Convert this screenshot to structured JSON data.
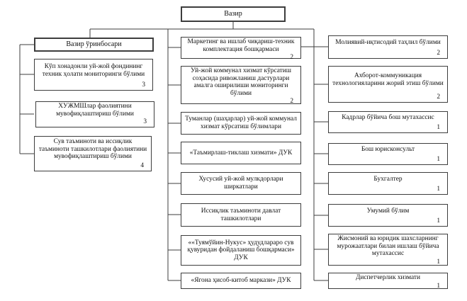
{
  "org": {
    "root": {
      "label": "Вазир"
    },
    "deputy": {
      "label": "Вазир ўринбосари"
    },
    "left": [
      {
        "label": "Кўп хонадонли уй-жой фондининг техник ҳолати мониторинги бўлими",
        "count": "3"
      },
      {
        "label": "ХУЖМШлар фаолиятини мувофиқлаштириш бўлими",
        "count": "3"
      },
      {
        "label": "Сув таъминоти ва иссиқлик таъминоти ташкилотлари фаолиятини мувофиқлаштириш бўлими",
        "count": "4"
      }
    ],
    "middle": [
      {
        "label": "Маркетинг ва ишлаб чиқариш-техник комплектация бошқармаси",
        "count": "2"
      },
      {
        "label": "Уй-жой коммунал хизмат кўрсатиш соҳасида ривожланиш дастурлари амалга оширилиши мониторинги бўлими",
        "count": "2"
      },
      {
        "label": "Туманлар (шаҳарлар) уй-жой коммунал хизмат кўрсатиш бўлимлари"
      },
      {
        "label": "«Таъмирлаш-тиклаш хизмати» ДУК"
      },
      {
        "label": "Хусусий уй-жой мулкдорлари ширкатлари"
      },
      {
        "label": "Иссиқлик таъминоти давлат ташкилотлари"
      },
      {
        "label": "««Туямўйин-Нукус» ҳудудлараро сув қувуридан фойдаланиш бошқармаси» ДУК"
      },
      {
        "label": "«Ягона ҳисоб-китоб маркази» ДУК"
      }
    ],
    "right": [
      {
        "label": "Молиявий-иқтисодий таҳлил бўлими",
        "count": "2"
      },
      {
        "label": "Ахборот-коммуникация технологияларини жорий этиш бўлими",
        "count": "2"
      },
      {
        "label": "Кадрлар бўйича бош мутахассис",
        "count": "1"
      },
      {
        "label": "Бош юрисконсульт",
        "count": "1"
      },
      {
        "label": "Бухгалтер",
        "count": "1"
      },
      {
        "label": "Умумий бўлим",
        "count": "1"
      },
      {
        "label": "Жисмоний ва юридик шахсларнинг мурожаатлари билан ишлаш бўйича мутахассис",
        "count": "1"
      },
      {
        "label": "Диспетчерлик хизмати",
        "count": "1"
      }
    ],
    "line_color": "#3d3d3d"
  }
}
